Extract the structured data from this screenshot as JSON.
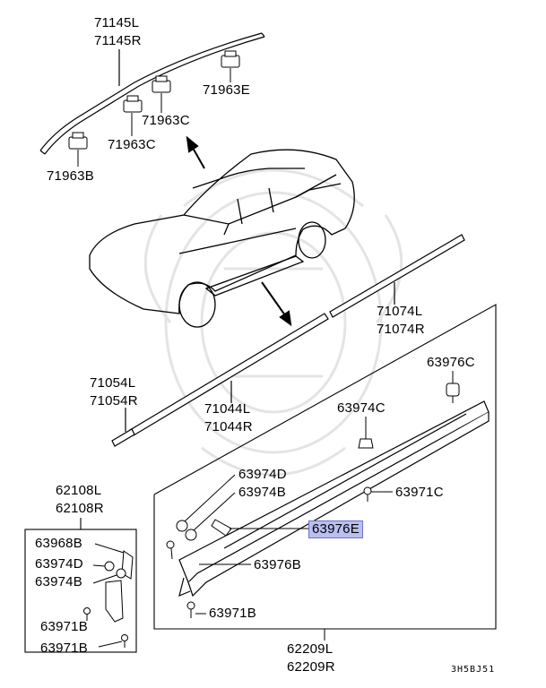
{
  "labels": {
    "p71145L": "71145L",
    "p71145R": "71145R",
    "p71963E": "71963E",
    "p71963C_1": "71963C",
    "p71963C_2": "71963C",
    "p71963B": "71963B",
    "p71074L": "71074L",
    "p71074R": "71074R",
    "p63976C": "63976C",
    "p71054L": "71054L",
    "p71054R": "71054R",
    "p71044L": "71044L",
    "p71044R": "71044R",
    "p63974C": "63974C",
    "p63974D": "63974D",
    "p63974B": "63974B",
    "p63971C": "63971C",
    "p63976E": "63976E",
    "p63976B": "63976B",
    "p63971B_main": "63971B",
    "p62108L": "62108L",
    "p62108R": "62108R",
    "p63968B": "63968B",
    "p63974D_box": "63974D",
    "p63974B_box": "63974B",
    "p63971B_box1": "63971B",
    "p63971B_box2": "63971B",
    "p62209L": "62209L",
    "p62209R": "62209R"
  },
  "highlighted_part": "63976E",
  "diagram_code": "3H5BJ51",
  "colors": {
    "highlight_fill": "#b9bff0",
    "highlight_border": "#6a73c9",
    "line": "#000000",
    "watermark": "#e4e4e4"
  }
}
